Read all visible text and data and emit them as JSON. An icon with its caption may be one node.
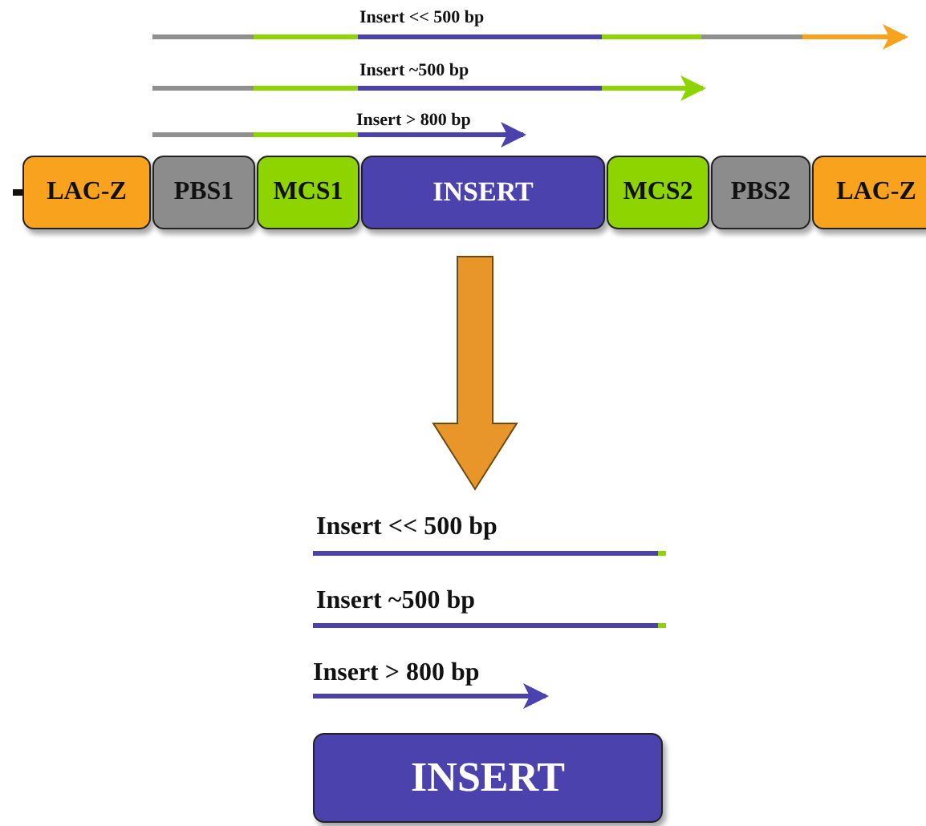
{
  "diagram": {
    "nodes": [
      {
        "text": [
          "LAC-Z"
        ]
      },
      {
        "text": [
          "PBS1"
        ]
      },
      {
        "text": [
          "MCS1"
        ]
      },
      {
        "text": [
          "INSERT"
        ]
      },
      {
        "text": [
          "MCS2"
        ]
      },
      {
        "text": [
          "PBS2"
        ]
      },
      {
        "text": [
          "LAC-Z"
        ]
      },
      {
        "text": [
          "INSERT"
        ]
      }
    ],
    "labels": [
      "Insert << 500 bp",
      "Insert ~500 bp",
      "Insert > 800 bp",
      "Insert << 500 bp",
      "Insert ~500 bp",
      "Insert > 800 bp"
    ]
  }
}
